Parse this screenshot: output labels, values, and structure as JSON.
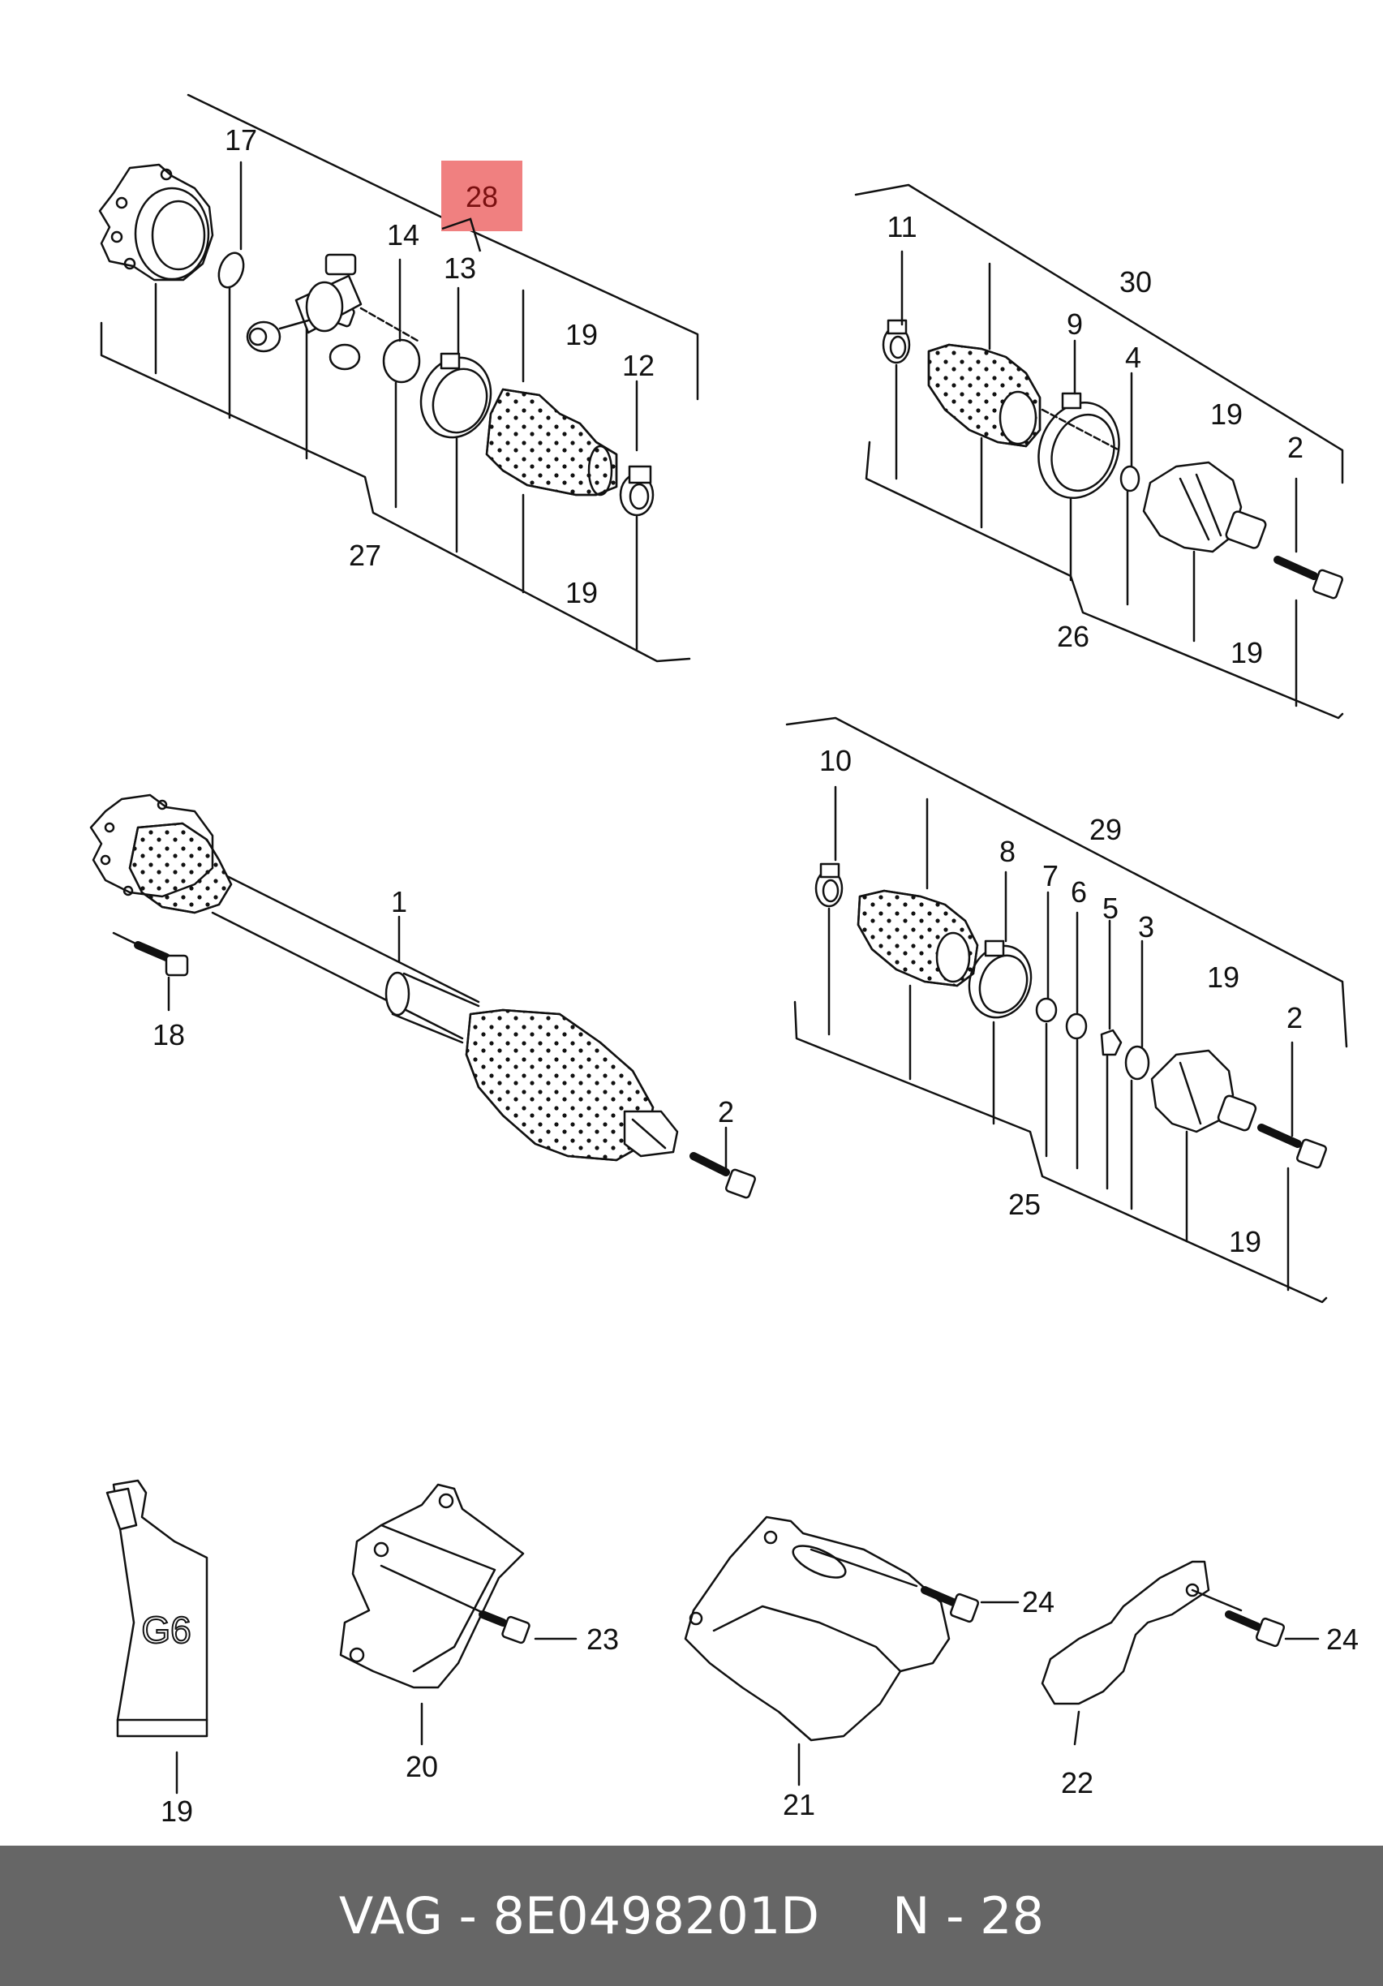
{
  "labels": {
    "l1": "1",
    "l2a": "2",
    "l2b": "2",
    "l2c": "2",
    "l3": "3",
    "l4": "4",
    "l5": "5",
    "l6": "6",
    "l7": "7",
    "l8": "8",
    "l9": "9",
    "l10": "10",
    "l11": "11",
    "l12": "12",
    "l13": "13",
    "l14": "14",
    "l17": "17",
    "l18": "18",
    "l19a": "19",
    "l19b": "19",
    "l19c": "19",
    "l19d": "19",
    "l19e": "19",
    "l19f": "19",
    "l19g": "19",
    "l20": "20",
    "l21": "21",
    "l22": "22",
    "l23": "23",
    "l24a": "24",
    "l24b": "24",
    "l25": "25",
    "l26": "26",
    "l27": "27",
    "l28": "28",
    "l29": "29",
    "l30": "30"
  },
  "highlight": {
    "label": "28",
    "color": "#f08080"
  },
  "tube_marking": "G6",
  "footer": {
    "part": "VAG - 8E0498201D",
    "ref": "N - 28"
  },
  "colors": {
    "line": "#111111",
    "footer_bg": "#666666",
    "footer_text": "#ffffff"
  }
}
